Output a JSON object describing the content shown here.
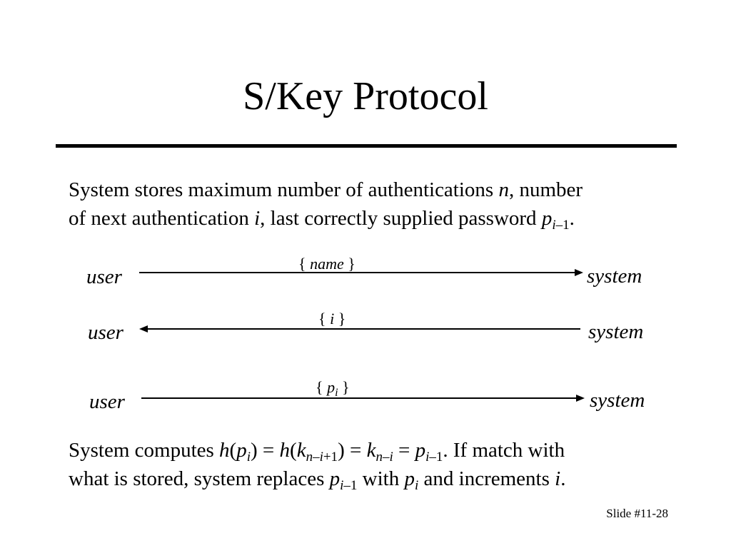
{
  "title": "S/Key Protocol",
  "para1": {
    "l1a": "System stores maximum number of authentications ",
    "l1n": "n",
    "l1b": ", number",
    "l2a": "of next authentication ",
    "l2i": "i",
    "l2b": ", last correctly supplied password ",
    "l2p": "p",
    "l2sub_i": "i",
    "l2sub_rest": "–1",
    "l2end": "."
  },
  "exchanges": [
    {
      "from": "user",
      "to": "system",
      "direction": "right",
      "msg_open": "{ ",
      "msg_var": "name",
      "msg_close": " }"
    },
    {
      "from": "user",
      "to": "system",
      "direction": "left",
      "msg_open": "{ ",
      "msg_var": "i",
      "msg_close": " }"
    },
    {
      "from": "user",
      "to": "system",
      "direction": "right",
      "msg_open": "{ ",
      "msg_var": "p",
      "msg_sub": "i",
      "msg_close": " }"
    }
  ],
  "para2": {
    "t1": "System computes ",
    "h1": "h",
    "o1": "(",
    "p1": "p",
    "s1": "i",
    "c1": ") = ",
    "h2": "h",
    "o2": "(",
    "k1": "k",
    "s2a": "n",
    "s2b": "–",
    "s2c": "i",
    "s2d": "+1",
    "c2": ") = ",
    "k2": "k",
    "s3a": "n",
    "s3b": "–",
    "s3c": "i",
    "eq": " = ",
    "p2": "p",
    "s4a": "i",
    "s4b": "–1",
    "t2": ". If match with",
    "l2a": "what is stored, system replaces ",
    "p3": "p",
    "s5a": "i",
    "s5b": "–1",
    "l2b": " with ",
    "p4": "p",
    "s6": "i",
    "l2c": " and increments ",
    "i1": "i",
    "l2d": "."
  },
  "footer": "Slide #11-28"
}
